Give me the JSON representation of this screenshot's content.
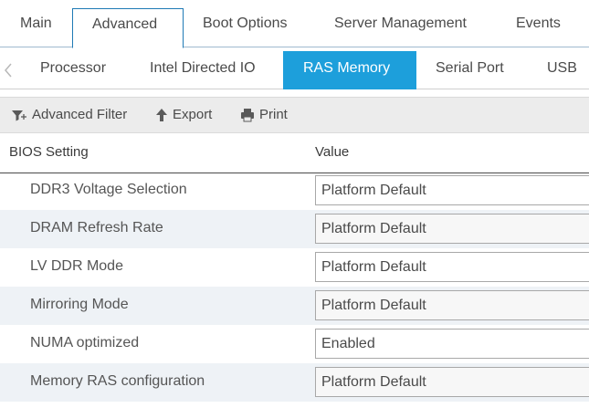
{
  "top_tabs": [
    {
      "label": "Main",
      "active": false
    },
    {
      "label": "Advanced",
      "active": true
    },
    {
      "label": "Boot Options",
      "active": false
    },
    {
      "label": "Server Management",
      "active": false
    },
    {
      "label": "Events",
      "active": false
    }
  ],
  "sub_tabs": [
    {
      "label": "Processor",
      "active": false
    },
    {
      "label": "Intel Directed IO",
      "active": false
    },
    {
      "label": "RAS Memory",
      "active": true
    },
    {
      "label": "Serial Port",
      "active": false
    },
    {
      "label": "USB",
      "active": false
    }
  ],
  "toolbar": {
    "filter_label": "Advanced Filter",
    "export_label": "Export",
    "print_label": "Print"
  },
  "table": {
    "col_setting": "BIOS Setting",
    "col_value": "Value",
    "rows": [
      {
        "setting": "DDR3 Voltage Selection",
        "value": "Platform Default"
      },
      {
        "setting": "DRAM Refresh Rate",
        "value": "Platform Default"
      },
      {
        "setting": "LV DDR Mode",
        "value": "Platform Default"
      },
      {
        "setting": "Mirroring Mode",
        "value": "Platform Default"
      },
      {
        "setting": "NUMA optimized",
        "value": "Enabled"
      },
      {
        "setting": "Memory RAS configuration",
        "value": "Platform Default"
      }
    ]
  },
  "colors": {
    "accent": "#1d9fdb",
    "tab_border": "#1f7ab5",
    "row_alt": "#eef2f6",
    "toolbar_bg": "#ececec"
  }
}
